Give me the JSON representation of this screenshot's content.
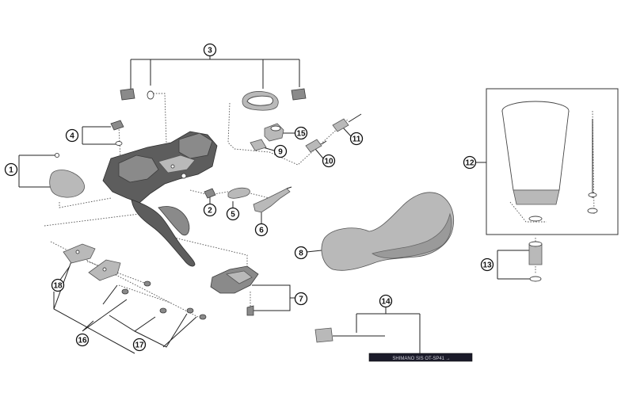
{
  "diagram": {
    "callouts": [
      {
        "id": "1",
        "label": "1"
      },
      {
        "id": "2",
        "label": "2"
      },
      {
        "id": "3",
        "label": "3"
      },
      {
        "id": "4",
        "label": "4"
      },
      {
        "id": "5",
        "label": "5"
      },
      {
        "id": "6",
        "label": "6"
      },
      {
        "id": "7",
        "label": "7"
      },
      {
        "id": "8",
        "label": "8"
      },
      {
        "id": "9",
        "label": "9"
      },
      {
        "id": "10",
        "label": "10"
      },
      {
        "id": "11",
        "label": "11"
      },
      {
        "id": "12",
        "label": "12"
      },
      {
        "id": "13",
        "label": "13"
      },
      {
        "id": "14",
        "label": "14"
      },
      {
        "id": "15",
        "label": "15"
      },
      {
        "id": "16",
        "label": "16"
      },
      {
        "id": "17",
        "label": "17"
      },
      {
        "id": "18",
        "label": "18"
      }
    ],
    "cable_print": "SHIMANO SIS  OT-SP41 →"
  }
}
